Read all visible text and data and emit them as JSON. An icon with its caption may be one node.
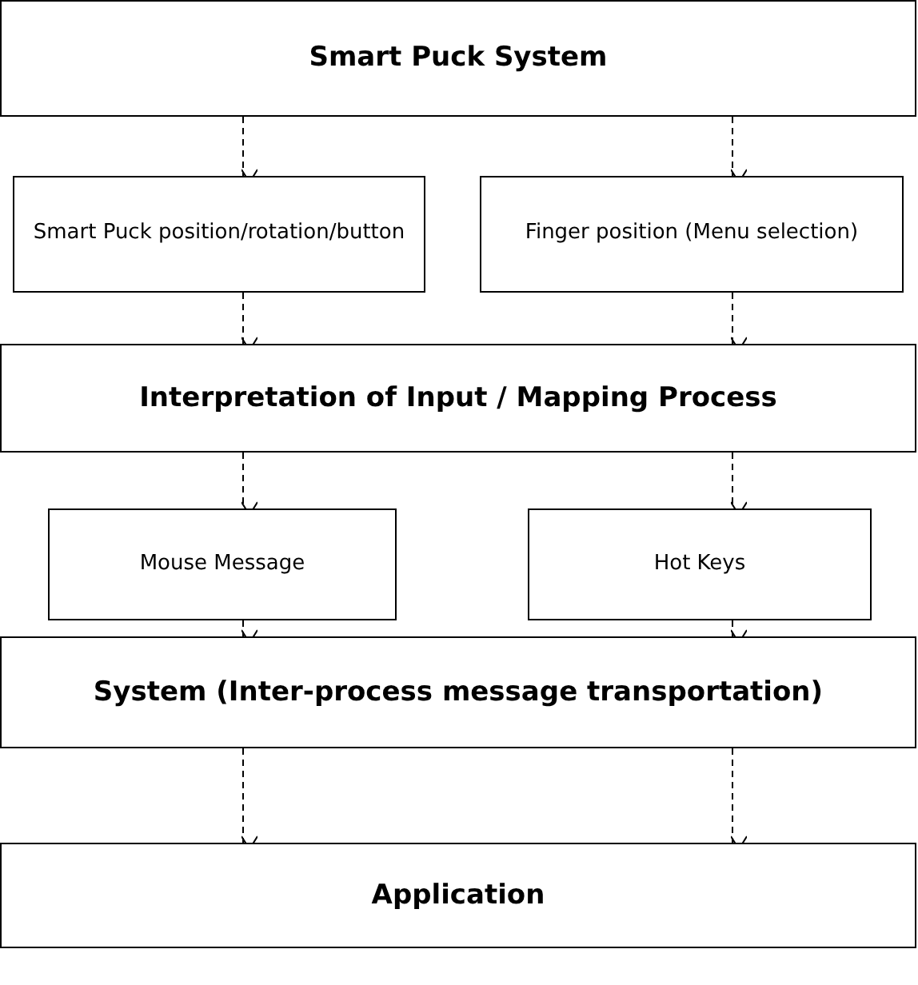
{
  "diagram": {
    "nodes": [
      {
        "text": [
          "Smart Puck System"
        ]
      },
      {
        "text": [
          "Smart Puck position/rotation/button"
        ]
      },
      {
        "text": [
          "Finger position (Menu selection)"
        ]
      },
      {
        "text": [
          "Interpretation of Input / Mapping Process"
        ]
      },
      {
        "text": [
          "Mouse Message"
        ]
      },
      {
        "text": [
          "Hot Keys"
        ]
      },
      {
        "text": [
          "System (Inter-process message transportation)"
        ]
      },
      {
        "text": [
          "Application"
        ]
      }
    ],
    "edges": [
      {
        "from": 0,
        "to": 1,
        "arrow": "to",
        "style": "dashed"
      },
      {
        "from": 0,
        "to": 2,
        "arrow": "to",
        "style": "dashed"
      },
      {
        "from": 1,
        "to": 3,
        "arrow": "to",
        "style": "dashed"
      },
      {
        "from": 2,
        "to": 3,
        "arrow": "to",
        "style": "dashed"
      },
      {
        "from": 3,
        "to": 4,
        "arrow": "to",
        "style": "dashed"
      },
      {
        "from": 3,
        "to": 5,
        "arrow": "to",
        "style": "dashed"
      },
      {
        "from": 4,
        "to": 6,
        "arrow": "to",
        "style": "dashed"
      },
      {
        "from": 5,
        "to": 6,
        "arrow": "to",
        "style": "dashed"
      },
      {
        "from": 6,
        "to": 7,
        "arrow": "to",
        "style": "dashed"
      },
      {
        "from": 6,
        "to": 7,
        "arrow": "to",
        "style": "dashed"
      }
    ]
  }
}
